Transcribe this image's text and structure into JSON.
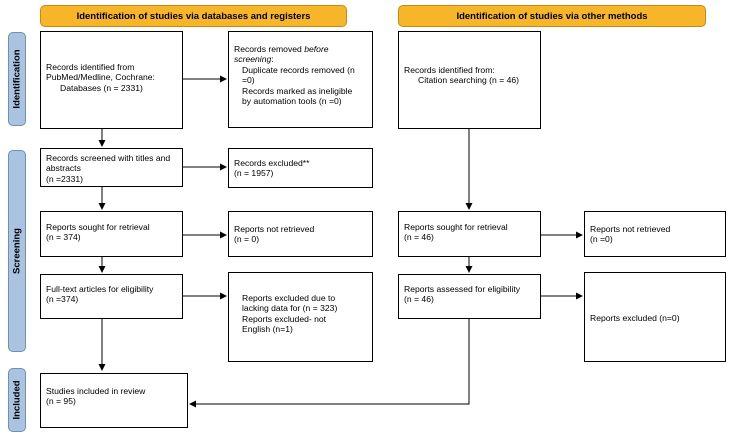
{
  "headers": {
    "left": "Identification of studies via databases and registers",
    "right": "Identification of studies via other methods"
  },
  "phases": {
    "identification": "Identification",
    "screening": "Screening",
    "included": "Included"
  },
  "boxes": {
    "records_identified": {
      "line1": "Records identified from",
      "line2": "PubMed/Medline, Cochrane:",
      "line3": "Databases (n = 2331)"
    },
    "records_removed": {
      "line1_pre": "Records removed ",
      "line1_em": "before",
      "line2_em": "screening",
      "line2_post": ":",
      "line3": "Duplicate records removed (n",
      "line4": "=0)",
      "line5": "Records marked as ineligible",
      "line6": "by automation tools (n =0)"
    },
    "other_identified": {
      "line1": "Records identified from:",
      "line2": "Citation searching (n = 46)"
    },
    "records_screened": {
      "line1": "Records screened with titles and",
      "line2": "abstracts",
      "line3": "(n =2331)"
    },
    "records_excluded": {
      "line1": "Records excluded**",
      "line2": "(n = 1957)"
    },
    "reports_sought": {
      "line1": "Reports sought for retrieval",
      "line2": "(n = 374)"
    },
    "reports_not_retrieved": {
      "line1": "Reports not retrieved",
      "line2": "(n = 0)"
    },
    "other_sought": {
      "line1": "Reports sought for retrieval",
      "line2": "(n = 46)"
    },
    "other_not_retrieved": {
      "line1": "Reports not retrieved",
      "line2": "(n =0)"
    },
    "fulltext": {
      "line1": "Full-text articles for eligibility",
      "line2": "(n =374)"
    },
    "reports_excluded": {
      "line1": "Reports excluded due to",
      "line2": "lacking data for (n = 323)",
      "line3": "Reports excluded- not",
      "line4": "English (n=1)"
    },
    "other_assessed": {
      "line1": "Reports assessed for eligibility",
      "line2": "(n = 46)"
    },
    "other_excluded": {
      "line1": "Reports excluded (n=0)"
    },
    "included": {
      "line1": "Studies included in review",
      "line2": "(n = 95)"
    }
  },
  "colors": {
    "header_fill": "#f7b52a",
    "phase_fill": "#a9c3e0"
  }
}
